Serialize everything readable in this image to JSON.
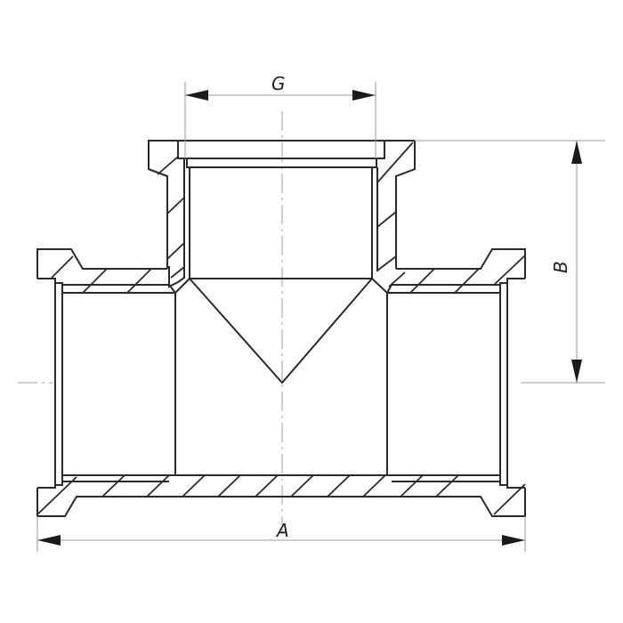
{
  "figure": {
    "type": "technical-drawing",
    "subject": "threaded pipe tee fitting, sectional view",
    "background": "#ffffff",
    "line_color": "#2a2a2a",
    "dimension_line_color": "#9a9a9a"
  },
  "dimensions": {
    "G": {
      "label": "G",
      "orientation": "horizontal",
      "position": "top"
    },
    "B": {
      "label": "B",
      "orientation": "vertical",
      "position": "right"
    },
    "A": {
      "label": "A",
      "orientation": "horizontal",
      "position": "bottom"
    }
  }
}
